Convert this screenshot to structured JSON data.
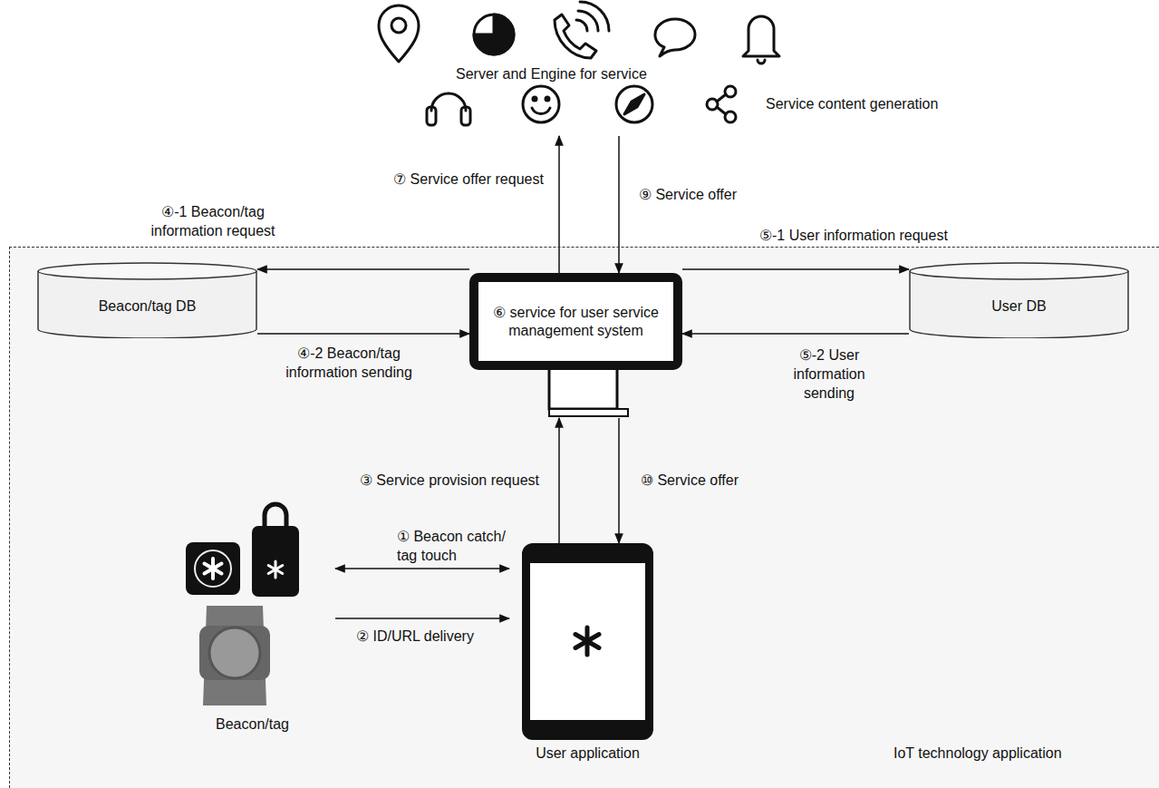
{
  "diagram": {
    "nodes": [
      {
        "text": [
          "Server and Engine for service",
          "Service content generation"
        ]
      },
      {
        "text": [
          "IoT technology application"
        ]
      },
      {
        "text": [
          "Beacon/tag DB"
        ],
        "in": 1
      },
      {
        "text": [
          "⑥ service for user service management system"
        ],
        "in": 1
      },
      {
        "text": [
          "User DB"
        ],
        "in": 1
      },
      {
        "text": [
          "Beacon/tag"
        ],
        "in": 1
      },
      {
        "text": [
          "User application"
        ],
        "in": 1
      }
    ],
    "edges": [
      {
        "from": 3,
        "to": 0,
        "label": "⑦ Service offer request",
        "arrow": "to"
      },
      {
        "from": 0,
        "to": 3,
        "label": "⑨ Service offer",
        "arrow": "to"
      },
      {
        "from": 3,
        "to": 2,
        "label": "④-1 Beacon/tag information request",
        "arrow": "to"
      },
      {
        "from": 2,
        "to": 3,
        "label": "④-2 Beacon/tag information sending",
        "arrow": "to"
      },
      {
        "from": 3,
        "to": 4,
        "label": "⑤-1 User information request",
        "arrow": "to"
      },
      {
        "from": 4,
        "to": 3,
        "label": "⑤-2 User information sending",
        "arrow": "to"
      },
      {
        "from": 6,
        "to": 3,
        "label": "③ Service provision request",
        "arrow": "to"
      },
      {
        "from": 3,
        "to": 6,
        "label": "⑩ Service offer",
        "arrow": "to"
      },
      {
        "from": 5,
        "to": 6,
        "label": "① Beacon catch/ tag touch",
        "arrow": "both"
      },
      {
        "from": 5,
        "to": 6,
        "label": "② ID/URL delivery",
        "arrow": "to"
      }
    ]
  }
}
